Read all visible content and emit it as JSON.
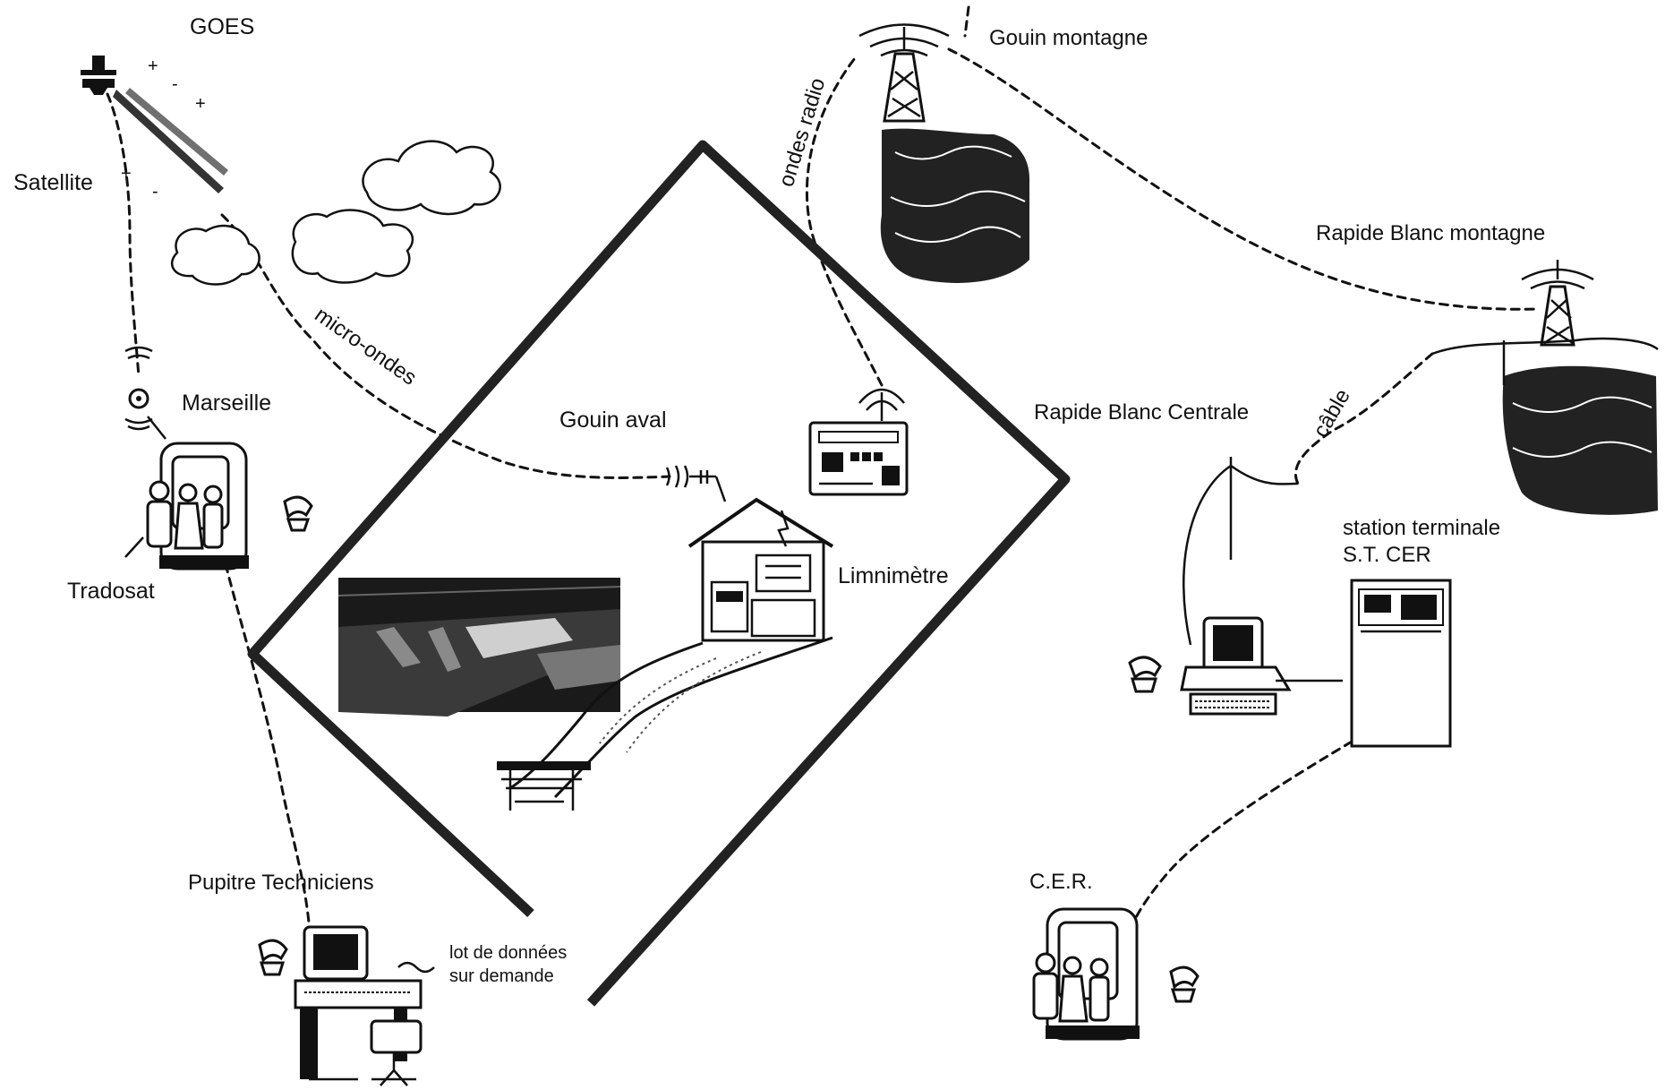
{
  "labels": {
    "goes": "GOES",
    "satellite": "Satellite",
    "micro_ondes": "micro-ondes",
    "marseille": "Marseille",
    "tradosat": "Tradosat",
    "gouin_aval": "Gouin aval",
    "limnimetre": "Limnimètre",
    "ondes_radio": "ondes radio",
    "gouin_montagne": "Gouin montagne",
    "rapide_blanc_montagne": "Rapide Blanc montagne",
    "rapide_blanc_centrale": "Rapide Blanc Centrale",
    "cable": "câble",
    "station_terminale_line1": "station terminale",
    "station_terminale_line2": "S.T. CER",
    "pupitre_techniciens": "Pupitre Techniciens",
    "lot_donnees_line1": "lot de données",
    "lot_donnees_line2": "sur demande",
    "cer": "C.E.R."
  },
  "icons": [
    "satellite-icon",
    "cloud-icon",
    "dish-antenna-icon",
    "operators-console-icon",
    "radio-tower-icon",
    "mountain-icon",
    "radio-transmitter-icon",
    "gauge-house-icon",
    "dam-photo-icon",
    "river-icon",
    "computer-workstation-icon",
    "terminal-cabinet-icon",
    "technician-desk-icon",
    "power-pole-icon"
  ]
}
